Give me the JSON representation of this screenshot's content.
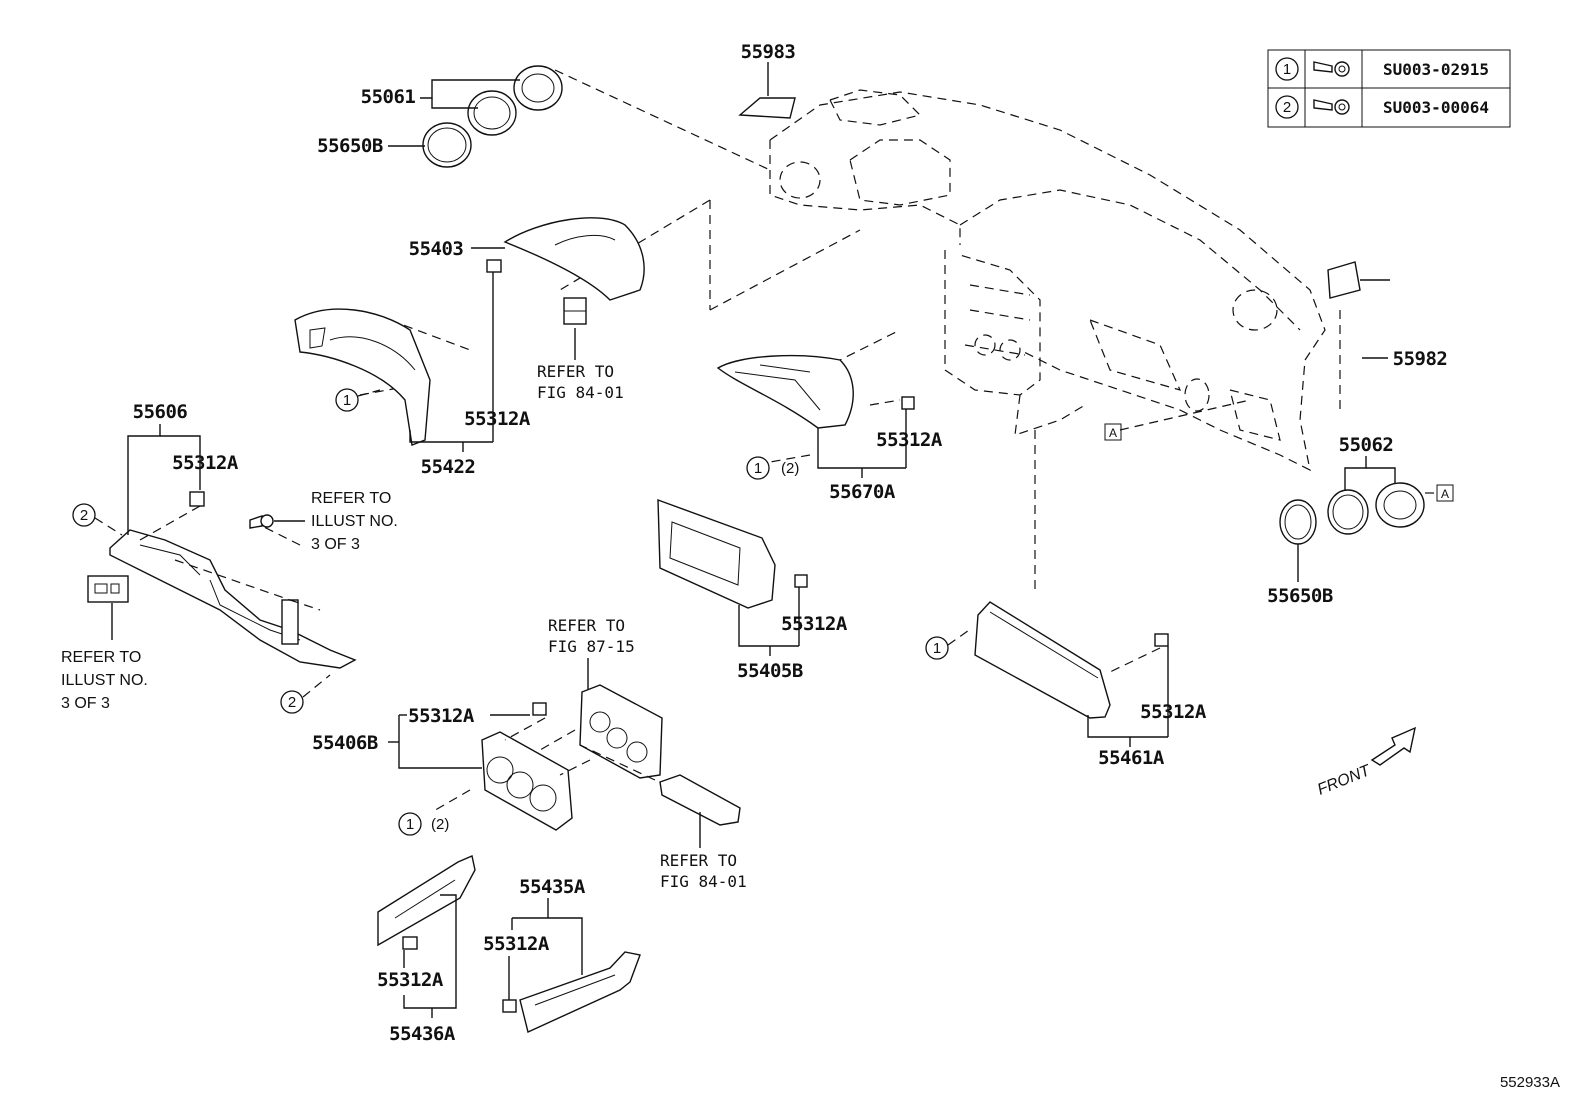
{
  "legend": {
    "rows": [
      {
        "marker": "1",
        "part": "SU003-02915"
      },
      {
        "marker": "2",
        "part": "SU003-00064"
      }
    ]
  },
  "labels": {
    "p55983": "55983",
    "p55061": "55061",
    "p55650b_top": "55650B",
    "p55403": "55403",
    "p55422": "55422",
    "p55312a_gauge": "55312A",
    "p55606": "55606",
    "p55312a_lower": "55312A",
    "p55670a": "55670A",
    "p55312a_vent": "55312A",
    "p55982": "55982",
    "p55062": "55062",
    "p55650b_right": "55650B",
    "p55405b": "55405B",
    "p55312a_bezel": "55312A",
    "p55461a": "55461A",
    "p55312a_glove": "55312A",
    "p55406b": "55406B",
    "p55312a_hvac": "55312A",
    "p55435a": "55435A",
    "p55312a_trimA": "55312A",
    "p55312a_trimB": "55312A",
    "p55436a": "55436A",
    "fig_code": "552933A"
  },
  "refs": {
    "fig8401_top": [
      "REFER TO",
      "FIG 84-01"
    ],
    "illust_right": [
      "REFER TO",
      "ILLUST NO.",
      "3 OF 3"
    ],
    "illust_left": [
      "REFER TO",
      "ILLUST NO.",
      "3 OF 3"
    ],
    "fig8715": [
      "REFER TO",
      "FIG 87-15"
    ],
    "fig8401_bottom": [
      "REFER TO",
      "FIG 84-01"
    ]
  },
  "markers": {
    "one": "1",
    "two": "2",
    "paren2": "(2)",
    "boxA": "A"
  },
  "front_label": "FRONT"
}
